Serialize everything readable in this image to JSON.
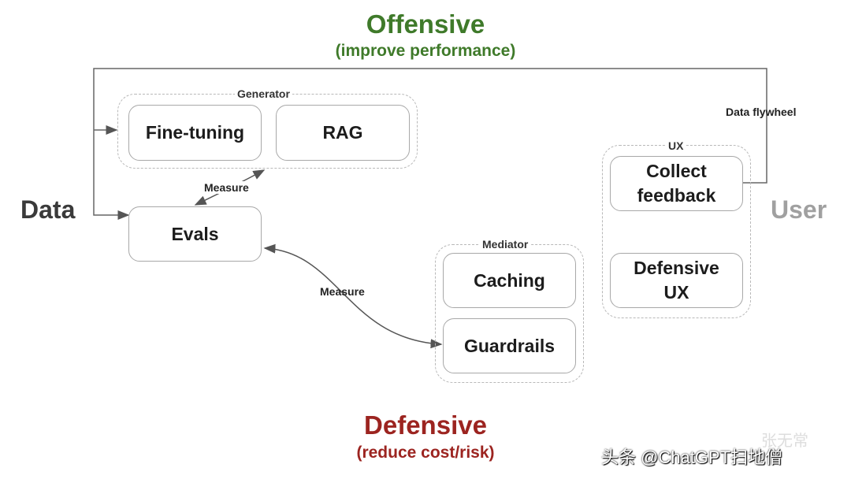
{
  "title": {
    "main": "Offensive",
    "sub": "(improve performance)",
    "color": "#3f7a2a"
  },
  "bottom_title": {
    "main": "Defensive",
    "sub": "(reduce cost/risk)",
    "color": "#9c2420"
  },
  "axis": {
    "left_label": "Data",
    "right_label": "User"
  },
  "groups": {
    "generator": {
      "label": "Generator",
      "items": [
        "Fine-tuning",
        "RAG"
      ]
    },
    "mediator": {
      "label": "Mediator",
      "items": [
        "Caching",
        "Guardrails"
      ]
    },
    "ux": {
      "label": "UX",
      "items": [
        "Collect feedback",
        "Defensive UX"
      ]
    }
  },
  "evals": "Evals",
  "arrows": {
    "measure_top": "Measure",
    "measure_bottom": "Measure",
    "flywheel": "Data flywheel"
  },
  "watermark": {
    "line1": "张无常",
    "line2": "头条 @ChatGPT扫地僧"
  }
}
